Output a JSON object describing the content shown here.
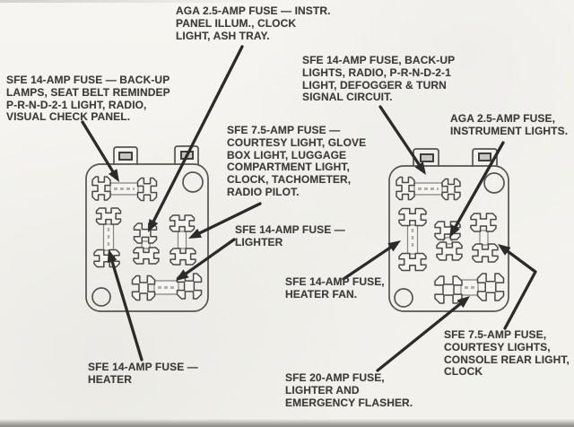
{
  "page": {
    "type": "scanned automotive fuse panel diagram",
    "paper_color": "#f5f4f0",
    "ink_color": "#3d3c39"
  },
  "labels": {
    "instr_panel_illum": {
      "lines": [
        "AGA 2.5-AMP FUSE — INSTR.",
        "PANEL ILLUM., CLOCK",
        "LIGHT, ASH TRAY."
      ]
    },
    "backup_lamps": {
      "lines": [
        "SFE 14-AMP FUSE — BACK-UP",
        "LAMPS, SEAT BELT REMINDEP",
        "P-R-N-D-2-1 LIGHT, RADIO,",
        "VISUAL CHECK PANEL."
      ]
    },
    "backup_lights": {
      "lines": [
        "SFE 14-AMP FUSE, BACK-UP",
        "LIGHTS, RADIO, P-R-N-D-2-1",
        "LIGHT, DEFOGGER & TURN",
        "SIGNAL CIRCUIT."
      ]
    },
    "instrument_lights": {
      "lines": [
        "AGA 2.5-AMP FUSE,",
        "INSTRUMENT LIGHTS."
      ]
    },
    "courtesy_glovebox": {
      "lines": [
        "SFE 7.5-AMP FUSE —",
        "COURTESY LIGHT, GLOVE",
        "BOX LIGHT, LUGGAGE",
        "COMPARTMENT LIGHT,",
        "CLOCK, TACHOMETER,",
        "RADIO PILOT."
      ]
    },
    "lighter": {
      "lines": [
        "SFE 14-AMP FUSE —",
        "LIGHTER"
      ]
    },
    "heater_fan": {
      "lines": [
        "SFE 14-AMP FUSE,",
        "HEATER FAN."
      ]
    },
    "heater": {
      "lines": [
        "SFE 14-AMP FUSE —",
        "HEATER"
      ]
    },
    "lighter_flasher": {
      "lines": [
        "SFE 20-AMP FUSE,",
        "LIGHTER AND",
        "EMERGENCY FLASHER."
      ]
    },
    "courtesy_console": {
      "lines": [
        "SFE 7.5-AMP FUSE,",
        "COURTESY LIGHTS,",
        "CONSOLE REAR LIGHT,",
        "CLOCK"
      ]
    }
  },
  "figure": {
    "boxes": [
      {
        "name": "left fuse panel",
        "fuses": [
          "back-up lamps fuse (top, horizontal)",
          "heater fuse (left, vertical)",
          "instrument panel illumination fuse (center)",
          "courtesy / glove box fuse (right, vertical)",
          "lighter fuse (bottom, horizontal)"
        ]
      },
      {
        "name": "right fuse panel",
        "fuses": [
          "back-up lights fuse (top, horizontal)",
          "heater fan fuse (left, vertical)",
          "instrument lights fuse (center)",
          "courtesy / console fuse (right, vertical)",
          "lighter & emergency flasher fuse (bottom, horizontal)"
        ]
      }
    ]
  }
}
